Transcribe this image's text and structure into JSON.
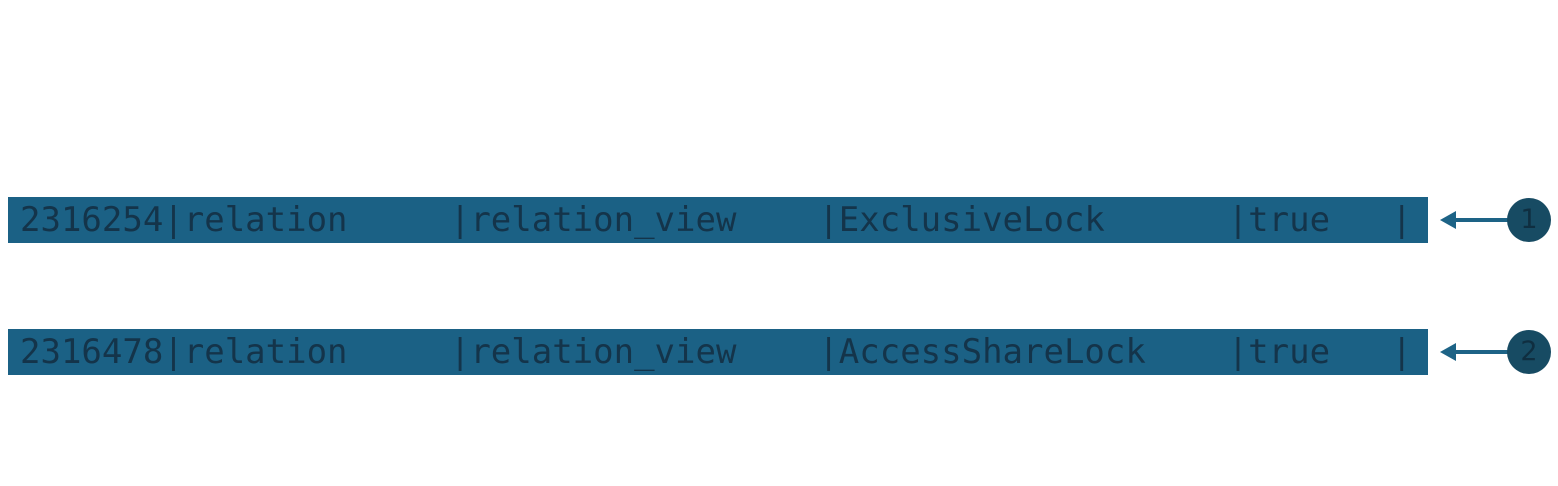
{
  "colors": {
    "row_bg": "#1b6185",
    "row_text": "#14344a",
    "arrow": "#1d6386",
    "badge_fill": "#174b63",
    "badge_text": "#0f2e40",
    "page_bg": "#ffffff"
  },
  "rows": [
    {
      "line": "2316254|relation     |relation_view    |ExclusiveLock      |true   |",
      "cells": [
        "2316254",
        "relation",
        "relation_view",
        "ExclusiveLock",
        "true"
      ],
      "annotation": "1"
    },
    {
      "line": "2316478|relation     |relation_view    |AccessShareLock    |true   |",
      "cells": [
        "2316478",
        "relation",
        "relation_view",
        "AccessShareLock",
        "true"
      ],
      "annotation": "2"
    }
  ]
}
